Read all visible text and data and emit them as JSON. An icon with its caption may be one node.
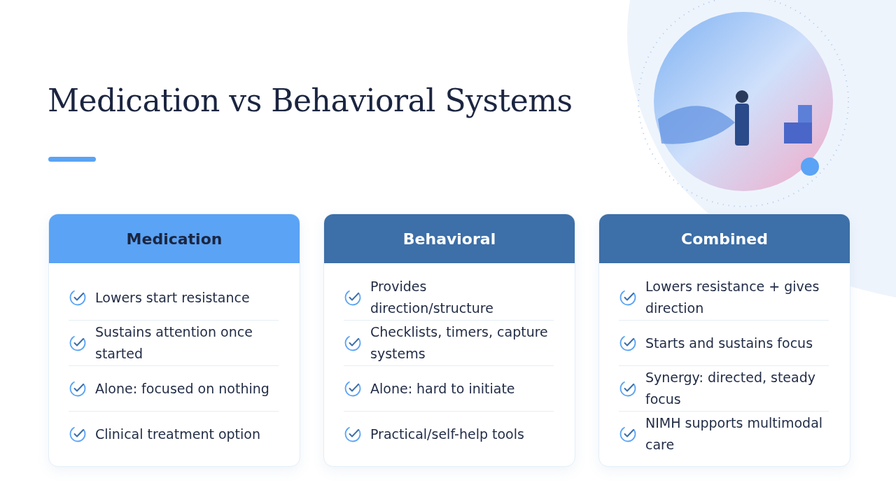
{
  "diagram": {
    "title": "Medication vs Behavioral Systems",
    "nodes": [
      {
        "text": [
          "Medication",
          "Lowers start resistance",
          "Sustains attention once started",
          "Alone: focused on nothing",
          "Clinical treatment option"
        ]
      },
      {
        "text": [
          "Behavioral",
          "Provides direction/structure",
          "Checklists, timers, capture systems",
          "Alone: hard to initiate",
          "Practical/self-help tools"
        ]
      },
      {
        "text": [
          "Combined",
          "Lowers resistance + gives direction",
          "Starts and sustains focus",
          "Synergy: directed, steady focus",
          "NIMH supports multimodal care"
        ]
      }
    ]
  }
}
